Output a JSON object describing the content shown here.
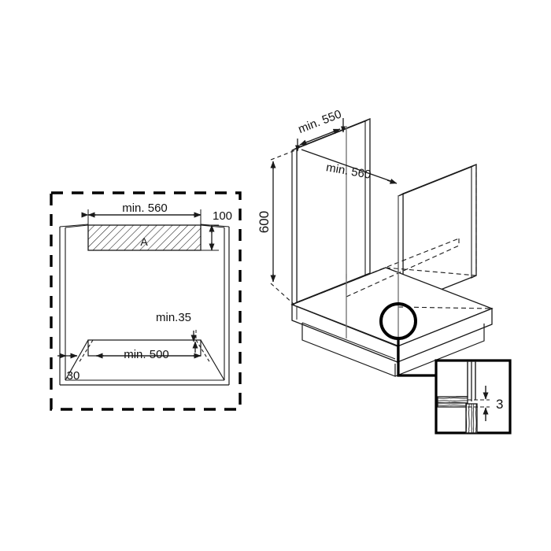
{
  "drawing": {
    "title": "Built-in oven cabinet installation dimensions",
    "background_color": "#ffffff",
    "line_color": "#1a1a1a",
    "dashed_border_color": "#000000"
  },
  "front_view": {
    "name": "front-elevation-view",
    "enclosure_label": "dashed installation envelope",
    "dimensions": {
      "top_width": "min. 560",
      "top_block_height": "100",
      "block_label": "A",
      "bottom_width": "min. 500",
      "bottom_gap": "min.35",
      "side_offset": "30"
    }
  },
  "iso_view": {
    "name": "isometric-cabinet-view",
    "dimensions": {
      "depth": "min. 550",
      "width": "min. 560",
      "height": "600"
    }
  },
  "detail_view": {
    "name": "detail-callout-worktop",
    "dimensions": {
      "gap": "3"
    }
  }
}
